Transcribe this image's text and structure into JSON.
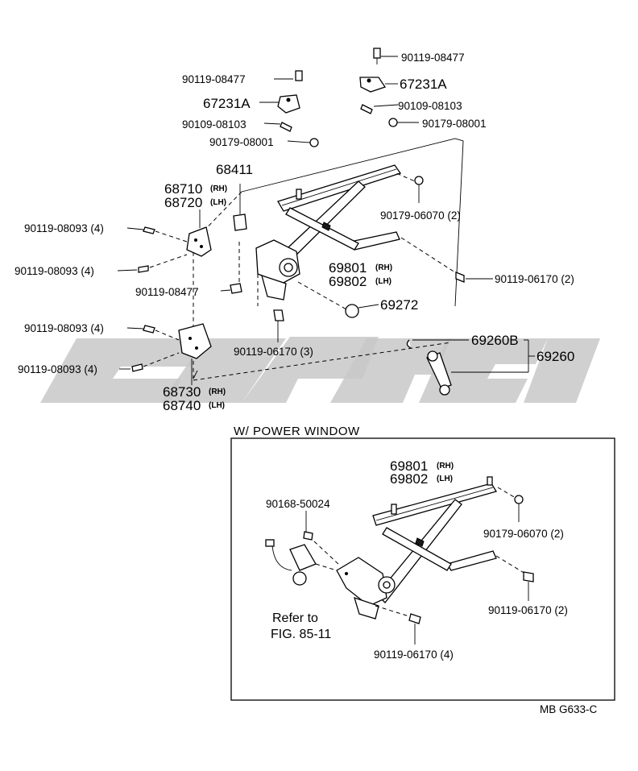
{
  "main_labels": {
    "p_90119_08477_a": "90119-08477",
    "p_90119_08477_b": "90119-08477",
    "p_90119_08477_c": "90119-08477",
    "p_67231a_left": "67231A",
    "p_67231a_right": "67231A",
    "p_90109_08103_left": "90109-08103",
    "p_90109_08103_right": "90109-08103",
    "p_90179_08001_left": "90179-08001",
    "p_90179_08001_right": "90179-08001",
    "p_68411": "68411",
    "p_68710": "68710",
    "p_68710_tag": "(RH)",
    "p_68720": "68720",
    "p_68720_tag": "(LH)",
    "p_90179_06070": "90179-06070 (2)",
    "p_90119_08093_1": "90119-08093 (4)",
    "p_90119_08093_2": "90119-08093 (4)",
    "p_90119_08093_3": "90119-08093 (4)",
    "p_90119_08093_4": "90119-08093 (4)",
    "p_69801": "69801",
    "p_69801_tag": "(RH)",
    "p_69802": "69802",
    "p_69802_tag": "(LH)",
    "p_90119_06170_2": "90119-06170 (2)",
    "p_69272": "69272",
    "p_90119_06170_3": "90119-06170 (3)",
    "p_69260b": "69260B",
    "p_69260": "69260",
    "p_68730": "68730",
    "p_68730_tag": "(RH)",
    "p_68740": "68740",
    "p_68740_tag": "(LH)"
  },
  "power_window": {
    "header": "W/ POWER  WINDOW",
    "p_69801": "69801",
    "p_69801_tag": "(RH)",
    "p_69802": "69802",
    "p_69802_tag": "(LH)",
    "p_90168_50024": "90168-50024",
    "p_90179_06070": "90179-06070 (2)",
    "p_90119_06170_2": "90119-06170 (2)",
    "refer_line1": "Refer to",
    "refer_line2": "FIG. 85-11",
    "p_90119_06170_4": "90119-06170 (4)"
  },
  "footer": {
    "code": "MB  G633-C"
  },
  "colors": {
    "ink": "#000000",
    "watermark": "#c8c8c8",
    "background": "#ffffff"
  }
}
